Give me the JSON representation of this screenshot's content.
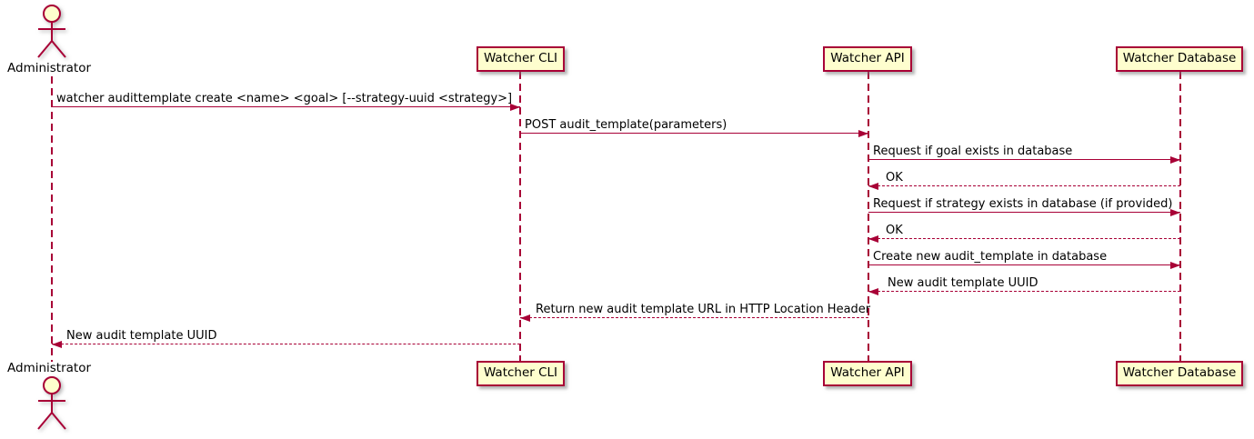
{
  "diagram_type": "uml-sequence",
  "colors": {
    "stroke": "#A80036",
    "participant_fill": "#FEFECE",
    "text": "#000000",
    "background": "#FFFFFF"
  },
  "actor": {
    "label": "Administrator"
  },
  "participants": [
    {
      "label": "Watcher CLI"
    },
    {
      "label": "Watcher API"
    },
    {
      "label": "Watcher Database"
    }
  ],
  "messages": [
    {
      "from": "Administrator",
      "to": "Watcher CLI",
      "line": "solid",
      "text": "watcher audittemplate create <name> <goal> [--strategy-uuid <strategy>]"
    },
    {
      "from": "Watcher CLI",
      "to": "Watcher API",
      "line": "solid",
      "text": "POST audit_template(parameters)"
    },
    {
      "from": "Watcher API",
      "to": "Watcher Database",
      "line": "solid",
      "text": "Request if goal exists in database"
    },
    {
      "from": "Watcher Database",
      "to": "Watcher API",
      "line": "dashed",
      "text": "OK"
    },
    {
      "from": "Watcher API",
      "to": "Watcher Database",
      "line": "solid",
      "text": "Request if strategy exists in database (if provided)"
    },
    {
      "from": "Watcher Database",
      "to": "Watcher API",
      "line": "dashed",
      "text": "OK"
    },
    {
      "from": "Watcher API",
      "to": "Watcher Database",
      "line": "solid",
      "text": "Create new audit_template in database"
    },
    {
      "from": "Watcher Database",
      "to": "Watcher API",
      "line": "dashed",
      "text": "New audit template UUID"
    },
    {
      "from": "Watcher API",
      "to": "Watcher CLI",
      "line": "dashed",
      "text": "Return new audit template URL in HTTP Location Header"
    },
    {
      "from": "Watcher CLI",
      "to": "Administrator",
      "line": "dashed",
      "text": "New audit template UUID"
    }
  ]
}
